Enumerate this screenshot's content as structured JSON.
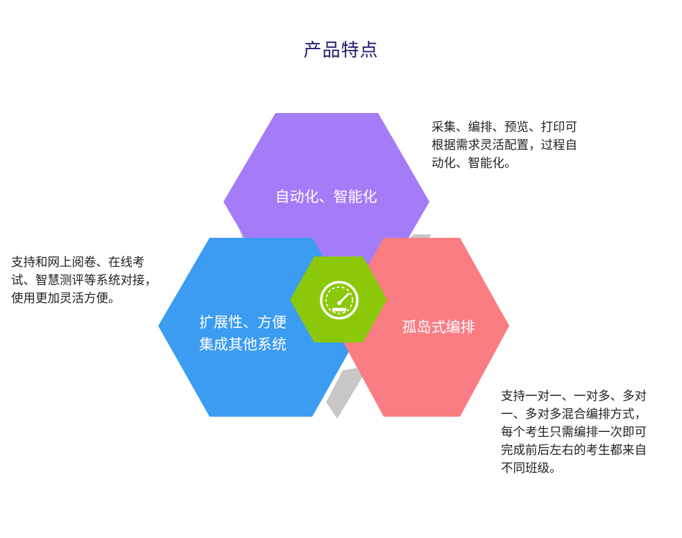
{
  "title": "产品特点",
  "features": [
    {
      "label": "自动化、智能化",
      "description": "采集、编排、预览、打印可\n根据需求灵活配置，过程自\n动化、智能化。",
      "color": "#a57cf7"
    },
    {
      "label": "扩展性、方便\n集成其他系统",
      "description": "支持和网上阅卷、在线考\n试、智慧测评等系统对接，\n使用更加灵活方便。",
      "color": "#3b9cf1"
    },
    {
      "label": "孤岛式编排",
      "description": "支持一对一、一对多、多对\n一、多对多混合编排方式，\n每个考生只需编排一次即可\n完成前后左右的考生都来自\n不同班级。",
      "color": "#fa7d83"
    }
  ],
  "center": {
    "icon": "speedometer-icon",
    "color": "#8cc80a"
  },
  "shadow_color": "#c7c7c7"
}
